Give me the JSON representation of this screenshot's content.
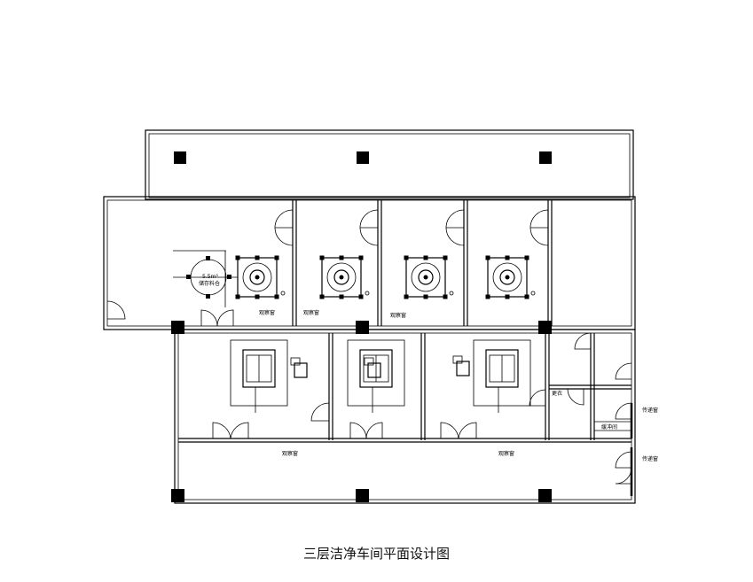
{
  "title": "三层洁净车间平面设计图",
  "labels": {
    "silo_volume": "5.5m³",
    "silo_name": "储存料仓",
    "window": "观察窗",
    "side_room": "缓冲间",
    "small_room": "更衣",
    "exit_1": "传递窗",
    "exit_2": "传递窗"
  }
}
